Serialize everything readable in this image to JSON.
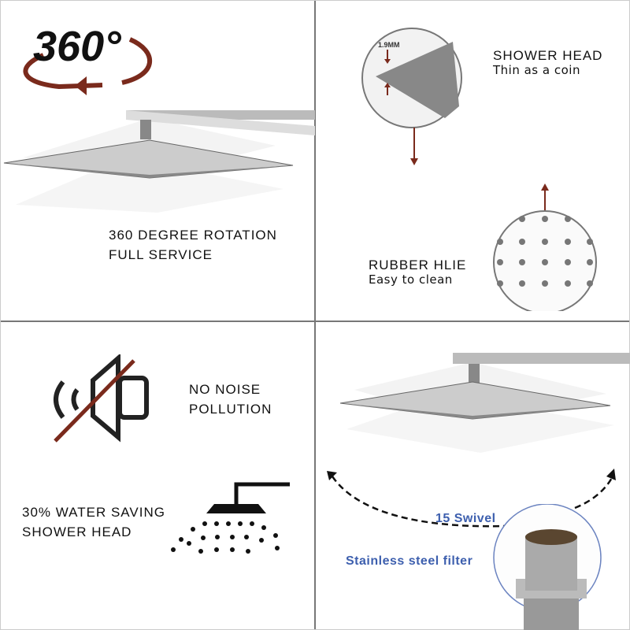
{
  "panel_top_left": {
    "badge": "360°",
    "line1": "360 DEGREE ROTATION",
    "line2": "FULL SERVICE"
  },
  "panel_top_right": {
    "thickness_label": "1.9MM",
    "shower_head_title": "SHOWER HEAD",
    "shower_head_sub": "Thin as a coin",
    "rubber_title": "RUBBER HLIE",
    "rubber_sub": "Easy to clean"
  },
  "panel_bottom_left": {
    "noise_line1": "NO NOISE",
    "noise_line2": "POLLUTION",
    "water_line1": "30% WATER SAVING",
    "water_line2": "SHOWER HEAD"
  },
  "panel_bottom_right": {
    "swivel_label": "15 Swivel",
    "filter_label": "Stainless steel filter"
  },
  "colors": {
    "accent_red": "#7a2a1c",
    "label_blue": "#3d5fae",
    "divider": "#777777"
  }
}
